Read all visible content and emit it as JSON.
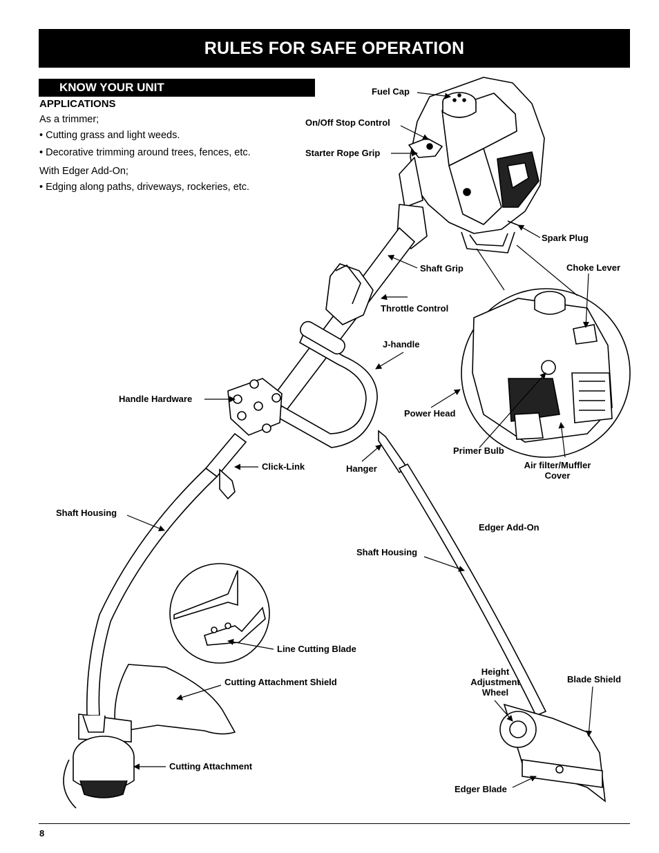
{
  "page": {
    "title": "RULES FOR SAFE OPERATION",
    "section_title": "KNOW YOUR UNIT",
    "page_number": "8"
  },
  "applications": {
    "heading": "APPLICATIONS",
    "lines": [
      "As a trimmer;",
      "• Cutting grass and light weeds.",
      "• Decorative trimming around trees, fences, etc.",
      "With Edger Add-On;",
      "• Edging along paths, driveways, rockeries, etc."
    ]
  },
  "labels": {
    "fuel_cap": "Fuel Cap",
    "on_off_stop_control": "On/Off Stop Control",
    "starter_rope_grip": "Starter Rope Grip",
    "spark_plug": "Spark Plug",
    "shaft_grip": "Shaft Grip",
    "choke_lever": "Choke Lever",
    "throttle_control": "Throttle Control",
    "j_handle": "J-handle",
    "handle_hardware": "Handle Hardware",
    "power_head": "Power Head",
    "primer_bulb": "Primer Bulb",
    "air_filter_1": "Air filter/Muffler",
    "air_filter_2": "Cover",
    "click_link": "Click-Link",
    "hanger": "Hanger",
    "shaft_housing_left": "Shaft Housing",
    "edger_add_on": "Edger Add-On",
    "shaft_housing_right": "Shaft Housing",
    "line_cutting_blade": "Line Cutting Blade",
    "cutting_attachment_shield": "Cutting Attachment Shield",
    "height_1": "Height",
    "height_2": "Adjustment",
    "height_3": "Wheel",
    "blade_shield": "Blade Shield",
    "cutting_attachment": "Cutting Attachment",
    "edger_blade": "Edger Blade"
  }
}
